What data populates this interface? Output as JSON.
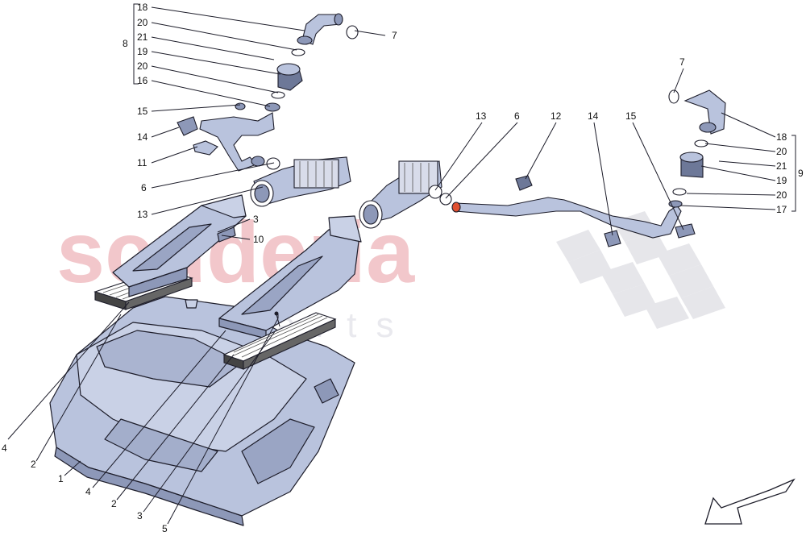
{
  "watermark": {
    "title": "scuderia",
    "subtitle": "c a r p a r t s"
  },
  "colors": {
    "part_fill": "#b9c3dd",
    "part_fill_dark": "#8d98b8",
    "part_stroke": "#1d1d2a",
    "watermark": "#f2c7cb",
    "checker": "#e6e6ea",
    "filter_dark": "#333"
  },
  "labels": {
    "l18a": "18",
    "l20a": "20",
    "l21a": "21",
    "l19a": "19",
    "l20b": "20",
    "l16": "16",
    "l8": "8",
    "l7a": "7",
    "l15a": "15",
    "l14a": "14",
    "l11": "11",
    "l6a": "6",
    "l13a": "13",
    "l3a": "3",
    "l10": "10",
    "l13b": "13",
    "l6b": "6",
    "l12": "12",
    "l14b": "14",
    "l15b": "15",
    "l7b": "7",
    "l18b": "18",
    "l20c": "20",
    "l21b": "21",
    "l19b": "19",
    "l20d": "20",
    "l17": "17",
    "l9": "9",
    "l4a": "4",
    "l2a": "2",
    "l1": "1",
    "l4b": "4",
    "l2b": "2",
    "l3b": "3",
    "l5": "5"
  }
}
